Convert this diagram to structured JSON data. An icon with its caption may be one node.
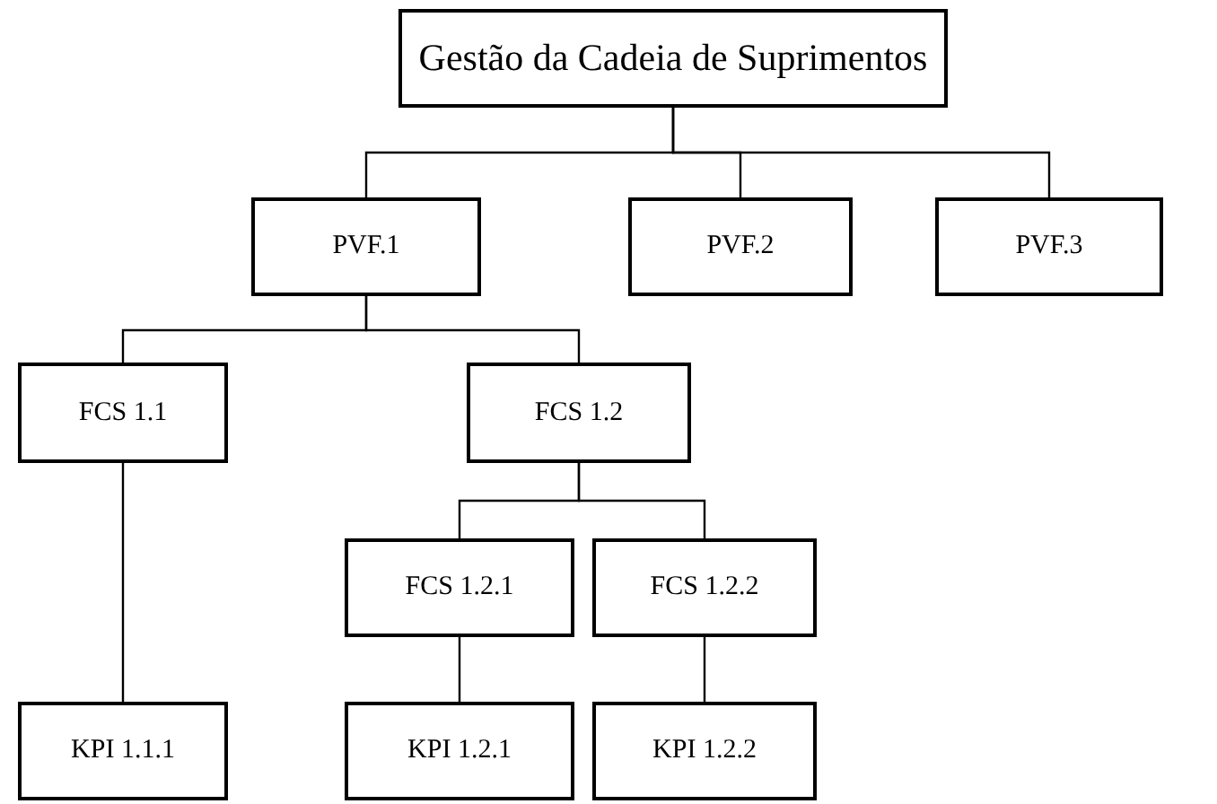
{
  "diagram": {
    "nodes": [
      {
        "text": [
          "Gestão da Cadeia de Suprimentos"
        ]
      },
      {
        "text": [
          "PVF.1"
        ]
      },
      {
        "text": [
          "PVF.2"
        ]
      },
      {
        "text": [
          "PVF.3"
        ]
      },
      {
        "text": [
          "FCS 1.1"
        ]
      },
      {
        "text": [
          "FCS 1.2"
        ]
      },
      {
        "text": [
          "FCS 1.2.1"
        ]
      },
      {
        "text": [
          "FCS 1.2.2"
        ]
      },
      {
        "text": [
          "KPI 1.1.1"
        ]
      },
      {
        "text": [
          "KPI 1.2.1"
        ]
      },
      {
        "text": [
          "KPI 1.2.2"
        ]
      }
    ],
    "edges": [
      {
        "from": 0,
        "to": 1,
        "arrow": "none"
      },
      {
        "from": 0,
        "to": 2,
        "arrow": "none"
      },
      {
        "from": 0,
        "to": 3,
        "arrow": "none"
      },
      {
        "from": 1,
        "to": 4,
        "arrow": "none"
      },
      {
        "from": 1,
        "to": 5,
        "arrow": "none"
      },
      {
        "from": 5,
        "to": 6,
        "arrow": "none"
      },
      {
        "from": 5,
        "to": 7,
        "arrow": "none"
      },
      {
        "from": 4,
        "to": 8,
        "arrow": "none"
      },
      {
        "from": 6,
        "to": 9,
        "arrow": "none"
      },
      {
        "from": 7,
        "to": 10,
        "arrow": "none"
      }
    ]
  }
}
